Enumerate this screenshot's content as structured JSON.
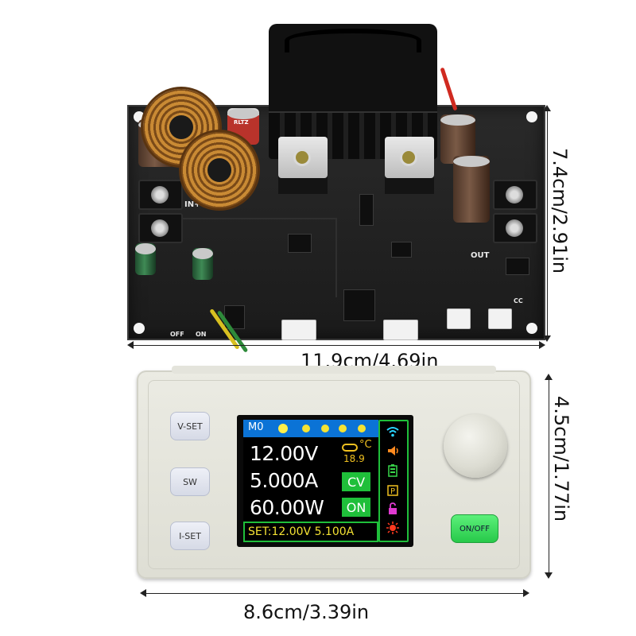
{
  "dimensions": {
    "board_width": "11.9cm/4.69in",
    "board_height": "7.4cm/2.91in",
    "panel_height": "4.5cm/1.77in",
    "panel_width": "8.6cm/3.39in"
  },
  "pcb_labels": {
    "in_plus": "IN+",
    "out": "OUT",
    "off": "OFF",
    "on": "ON",
    "cc": "CC",
    "cap_text": "RLTZ"
  },
  "buttons": {
    "vset": "V-SET",
    "sw": "SW",
    "iset": "I-SET",
    "onoff": "ON/OFF"
  },
  "lcd": {
    "mode": "M0",
    "voltage": "12.00V",
    "current": "5.000A",
    "power": "60.00W",
    "temp_unit": "°C",
    "temperature": "18.9",
    "status_mode": "CV",
    "output_state": "ON",
    "set_line": "SET:12.00V 5.100A"
  },
  "colors": {
    "lcd_bar": "#0b73d6",
    "lcd_green": "#1fbf3a",
    "lcd_yellow": "#f4e233",
    "onoff_button": "#27c94a"
  },
  "icons": [
    "wifi-icon",
    "speaker-icon",
    "battery-icon",
    "p-icon",
    "lock-icon",
    "sun-icon"
  ]
}
